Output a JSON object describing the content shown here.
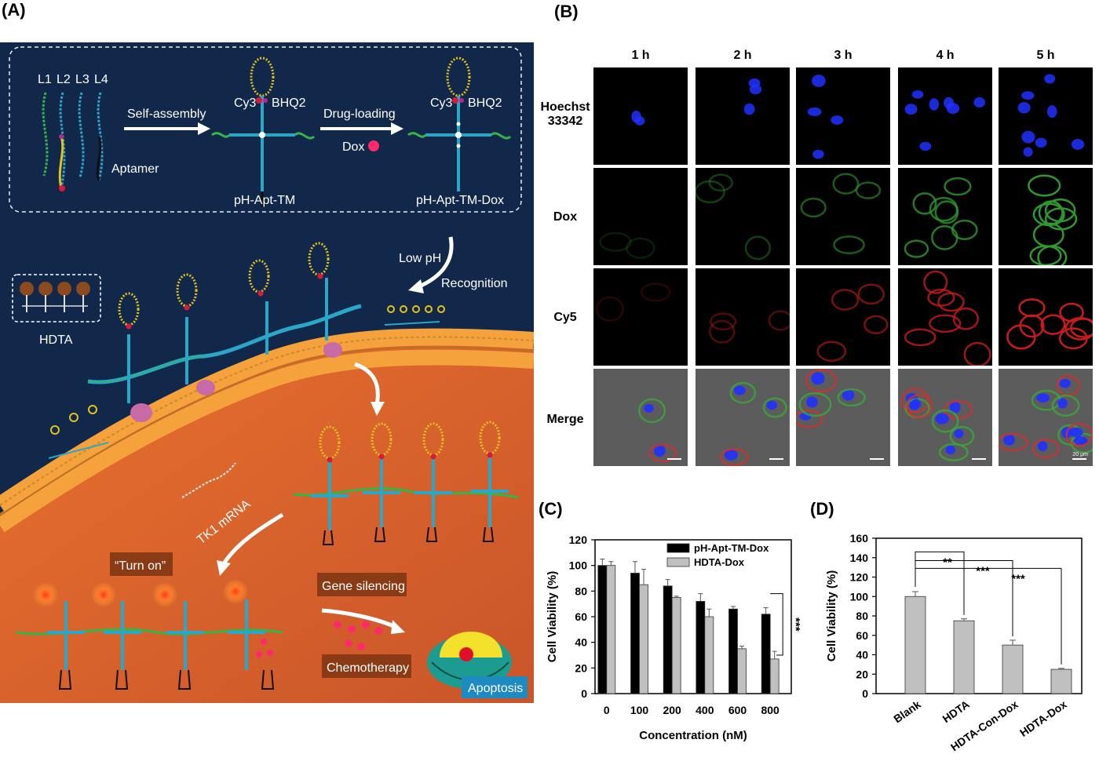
{
  "panels": {
    "a": "(A)",
    "b": "(B)",
    "c": "(C)",
    "d": "(D)"
  },
  "panel_a": {
    "strands": [
      "L1",
      "L2",
      "L3",
      "L4"
    ],
    "aptamer": "Aptamer",
    "self_assembly": "Self-assembly",
    "cy3_1": "Cy3",
    "bhq2_1": "BHQ2",
    "tm_label": "pH-Apt-TM",
    "drug_loading": "Drug-loading",
    "dox": "Dox",
    "cy3_2": "Cy3",
    "bhq2_2": "BHQ2",
    "tm_dox_label": "pH-Apt-TM-Dox",
    "low_ph": "Low pH",
    "recognition": "Recognition",
    "hdta": "HDTA",
    "tk1": "TK1 mRNA",
    "turn_on": "“Turn on”",
    "gene_silencing": "Gene silencing",
    "chemotherapy": "Chemotherapy",
    "apoptosis": "Apoptosis",
    "colors": {
      "background": "#12284a",
      "cell": "#e0652c",
      "membrane": "#f6a23c",
      "dna": "#2aa6c9",
      "loop": "#e3c21d",
      "green": "#35b548",
      "label_box": "#8a3a14",
      "apoptosis_box": "#1d8ac0"
    }
  },
  "panel_b": {
    "columns": [
      "1 h",
      "2 h",
      "3 h",
      "4 h",
      "5 h"
    ],
    "rows": [
      "Hoechst\n33342",
      "Dox",
      "Cy5",
      "Merge"
    ],
    "scale_label": "20 μm"
  },
  "chart_data": [
    {
      "type": "bar",
      "id": "C",
      "categories": [
        "0",
        "100",
        "200",
        "400",
        "600",
        "800"
      ],
      "series": [
        {
          "name": "pH-Apt-TM-Dox",
          "color": "#000000",
          "values": [
            100,
            94,
            84,
            72,
            66,
            62
          ],
          "errors": [
            5,
            9,
            5,
            6,
            2,
            5
          ]
        },
        {
          "name": "HDTA-Dox",
          "color": "#c0c0c0",
          "values": [
            100,
            85,
            75,
            60,
            35,
            27
          ],
          "errors": [
            3,
            12,
            1,
            6,
            2,
            6
          ]
        }
      ],
      "xlabel": "Concentration (nM)",
      "ylabel": "Cell Viability (%)",
      "yticks": [
        "0",
        "20",
        "40",
        "60",
        "80",
        "100",
        "120"
      ],
      "ylim": [
        0,
        120
      ],
      "significance": "***",
      "legend": "top-right"
    },
    {
      "type": "bar",
      "id": "D",
      "categories": [
        "Blank",
        "HDTA",
        "HDTA-Con-Dox",
        "HDTA-Dox"
      ],
      "values": [
        100,
        75,
        50,
        25
      ],
      "errors": [
        5,
        2,
        5,
        1
      ],
      "color": "#c0c0c0",
      "ylabel": "Cell Viability (%)",
      "yticks": [
        "0",
        "20",
        "40",
        "60",
        "80",
        "100",
        "120",
        "140",
        "160"
      ],
      "ylim": [
        0,
        160
      ],
      "significance": [
        "**",
        "***",
        "***"
      ]
    }
  ]
}
